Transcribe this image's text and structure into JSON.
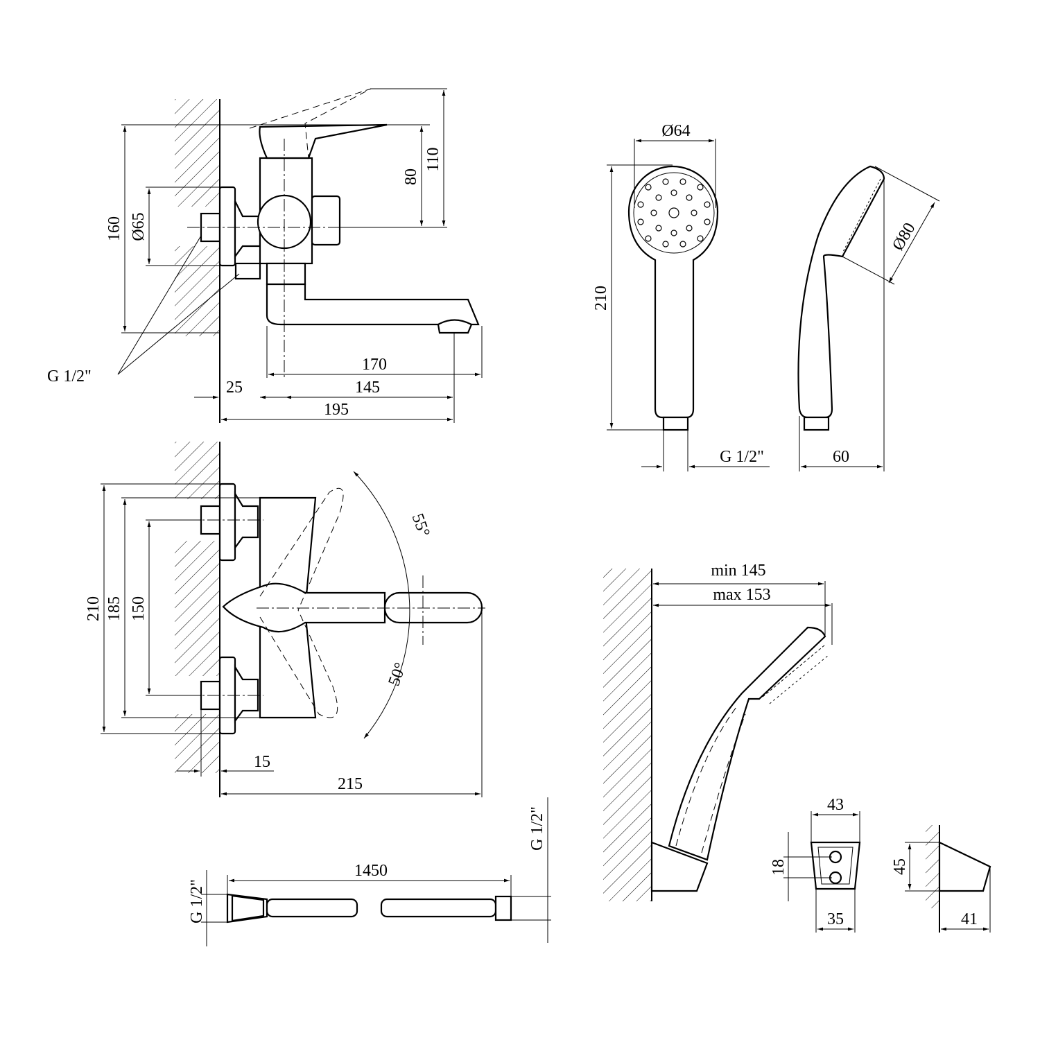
{
  "mixer_side_view": {
    "height_total": "160",
    "flange_diameter": "Ø65",
    "height_spout_to_lever": "80",
    "height_lever_max": "110",
    "thread": "G 1/2\"",
    "spout_length": "170",
    "wall_offset": "25",
    "spout_reach": "145",
    "total_depth": "195"
  },
  "mixer_top_view": {
    "flange_height": "210",
    "outer_height": "185",
    "inlet_spacing": "150",
    "lever_angle_up": "55°",
    "lever_angle_down": "50°",
    "eccentric_offset": "15",
    "total_depth": "215"
  },
  "hand_shower": {
    "head_diameter": "Ø64",
    "length": "210",
    "face_diameter": "Ø80",
    "thread": "G 1/2\"",
    "depth": "60"
  },
  "hose": {
    "length": "1450",
    "thread_left": "G 1/2\"",
    "thread_right": "G 1/2\""
  },
  "wall_holder": {
    "min_projection": "min 145",
    "max_projection": "max 153",
    "width_top": "43",
    "hole_spacing": "18",
    "width_bottom": "35",
    "height": "45",
    "depth": "41"
  }
}
